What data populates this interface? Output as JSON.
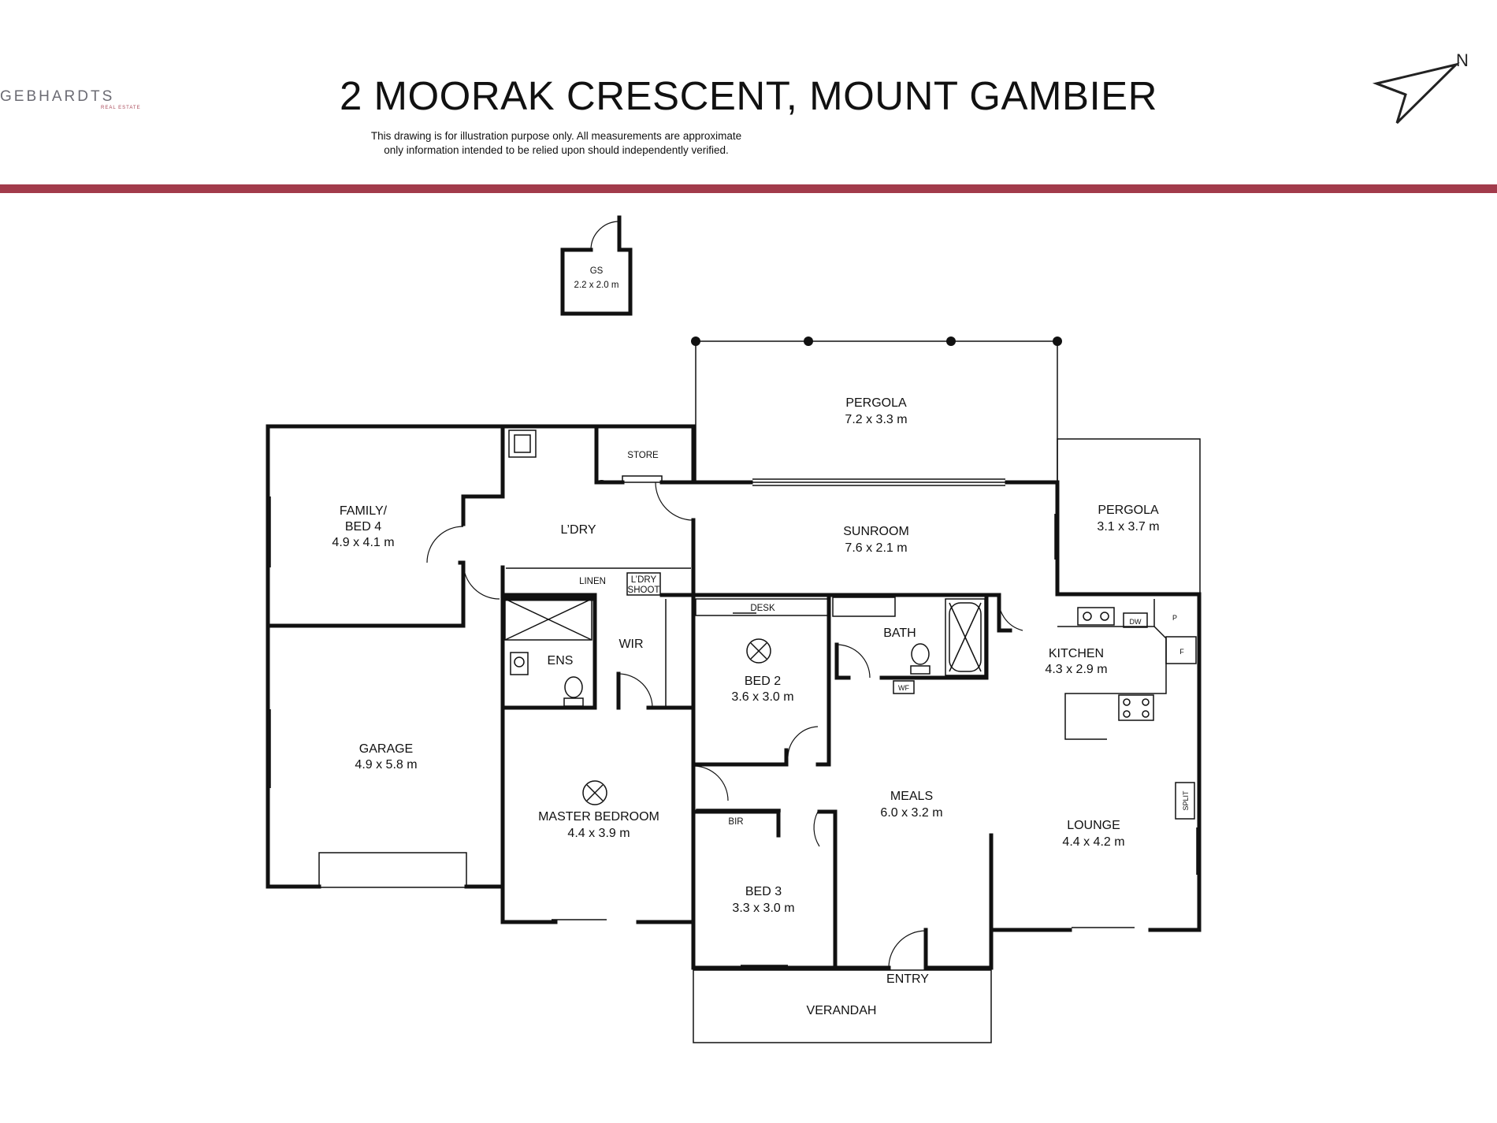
{
  "header": {
    "title": "2 MOORAK CRESCENT, MOUNT GAMBIER",
    "disclaimer_line1": "This drawing is for illustration purpose only. All measurements are approximate",
    "disclaimer_line2": "only information intended to be relied upon should independently verified.",
    "logo_text": "GEBHARDTS",
    "logo_subtext": "REAL ESTATE",
    "band_color": "#a23b4b"
  },
  "compass": {
    "icon": "north-arrow-icon",
    "label": "N"
  },
  "rooms": {
    "gs": {
      "name": "GS",
      "size": "2.2 x 2.0 m"
    },
    "pergola_top": {
      "name": "PERGOLA",
      "size": "7.2 x 3.3 m"
    },
    "store": {
      "name": "STORE"
    },
    "family": {
      "name_line1": "FAMILY/",
      "name_line2": "BED 4",
      "size": "4.9 x 4.1 m"
    },
    "laundry": {
      "name": "L’DRY"
    },
    "sunroom": {
      "name": "SUNROOM",
      "size": "7.6 x 2.1 m"
    },
    "pergola_right": {
      "name": "PERGOLA",
      "size": "3.1 x 3.7 m"
    },
    "linen": {
      "name": "LINEN"
    },
    "laundry_chute": {
      "name_line1": "L’DRY",
      "name_line2": "SHOOT"
    },
    "ensuite": {
      "name": "ENS"
    },
    "wir": {
      "name": "WIR"
    },
    "desk": {
      "name": "DESK"
    },
    "bed2": {
      "name": "BED 2",
      "size": "3.6 x 3.0 m"
    },
    "bath": {
      "name": "BATH"
    },
    "wf": {
      "name": "WF"
    },
    "kitchen": {
      "name": "KITCHEN",
      "size": "4.3 x 2.9 m"
    },
    "dw": {
      "name": "DW"
    },
    "pantry": {
      "name": "P"
    },
    "fridge": {
      "name": "F"
    },
    "garage": {
      "name": "GARAGE",
      "size": "4.9 x 5.8 m"
    },
    "master": {
      "name": "MASTER BEDROOM",
      "size": "4.4 x 3.9 m"
    },
    "bir": {
      "name": "BIR"
    },
    "meals": {
      "name": "MEALS",
      "size": "6.0 x 3.2 m"
    },
    "lounge": {
      "name": "LOUNGE",
      "size": "4.4 x 4.2 m"
    },
    "split": {
      "name": "SPLIT"
    },
    "bed3": {
      "name": "BED 3",
      "size": "3.3 x 3.0 m"
    },
    "entry": {
      "name": "ENTRY"
    },
    "verandah": {
      "name": "VERANDAH"
    }
  }
}
